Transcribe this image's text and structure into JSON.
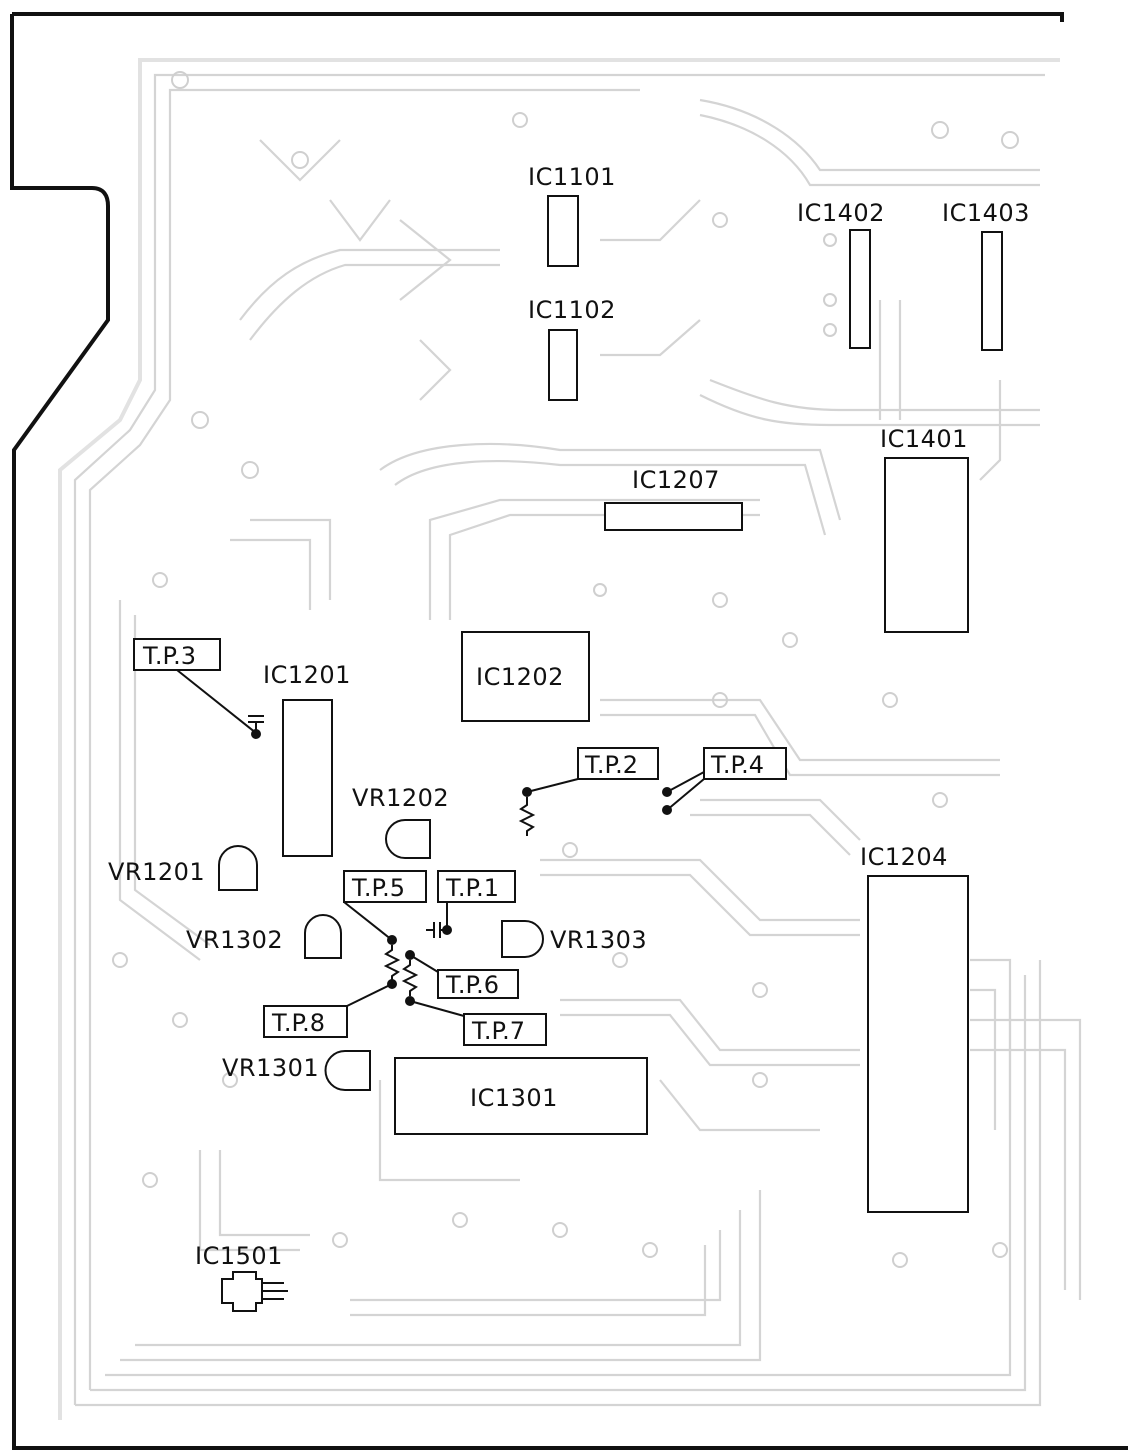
{
  "ics": {
    "ic1101": "IC1101",
    "ic1102": "IC1102",
    "ic1402": "IC1402",
    "ic1403": "IC1403",
    "ic1401": "IC1401",
    "ic1207": "IC1207",
    "ic1202": "IC1202",
    "ic1201": "IC1201",
    "ic1204": "IC1204",
    "ic1301": "IC1301",
    "ic1501": "IC1501"
  },
  "test_points": {
    "tp1": "T.P.1",
    "tp2": "T.P.2",
    "tp3": "T.P.3",
    "tp4": "T.P.4",
    "tp5": "T.P.5",
    "tp6": "T.P.6",
    "tp7": "T.P.7",
    "tp8": "T.P.8"
  },
  "variable_resistors": {
    "vr1201": "VR1201",
    "vr1202": "VR1202",
    "vr1301": "VR1301",
    "vr1302": "VR1302",
    "vr1303": "VR1303"
  },
  "colors": {
    "outline": "#111111",
    "trace": "#d4d4d4",
    "background": "#ffffff"
  }
}
